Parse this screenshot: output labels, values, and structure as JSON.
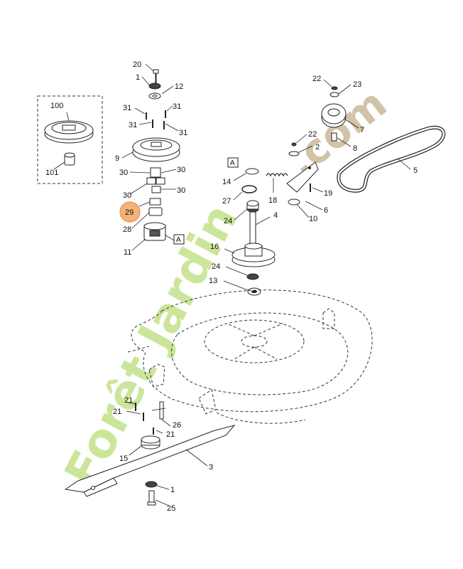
{
  "labels": {
    "l100": "100",
    "l101": "101",
    "l20": "20",
    "l1_top": "1",
    "l12": "12",
    "l31_a": "31",
    "l31_b": "31",
    "l31_c": "31",
    "l31_d": "31",
    "l9": "9",
    "l30_a": "30",
    "l30_b": "30",
    "l30_c": "30",
    "l30_d": "30",
    "l29": "29",
    "l28": "28",
    "l11": "11",
    "lA_left": "A",
    "l22_top": "22",
    "l23": "23",
    "l7": "7",
    "l22_mid": "22",
    "l2": "2",
    "l8": "8",
    "l5": "5",
    "l14": "14",
    "lA_mid": "A",
    "l27": "27",
    "l18": "18",
    "l19": "19",
    "l24_top": "24",
    "l4": "4",
    "l10": "10",
    "l6": "6",
    "l16": "16",
    "l24_low": "24",
    "l13": "13",
    "l21_a": "21",
    "l21_b": "21",
    "l21_c": "21",
    "l26": "26",
    "l15": "15",
    "l3": "3",
    "l1_bot": "1",
    "l25": "25"
  },
  "highlight": {
    "part": "29",
    "color": "#f5b278"
  },
  "watermark": {
    "text_left": "Forêt Jardin",
    "text_right": ".com",
    "color_green": "#bfe08a",
    "color_brown": "#c9b79a"
  }
}
